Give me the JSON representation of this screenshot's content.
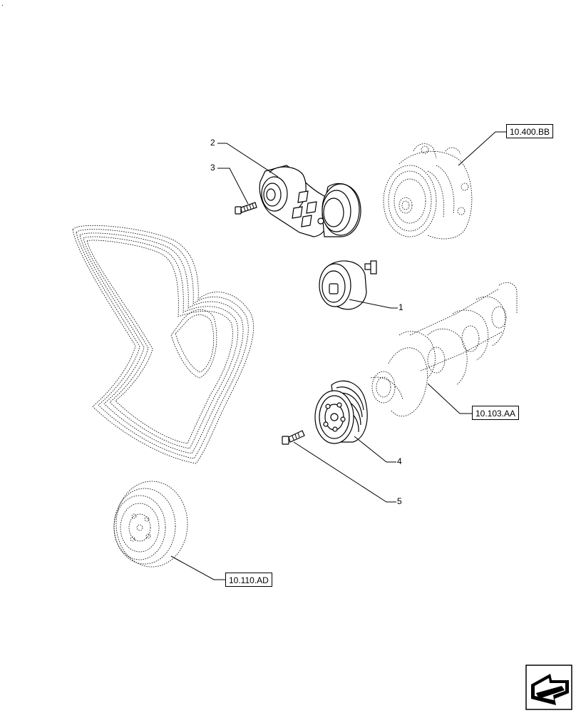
{
  "callouts": {
    "c1": "1",
    "c2": "2",
    "c3": "3",
    "c4": "4",
    "c5": "5"
  },
  "references": {
    "water_pump": "10.400.BB",
    "crankshaft": "10.103.AA",
    "damper": "10.110.AD"
  },
  "corner_mark": ".",
  "icons": {
    "nav": "next-page-arrow-icon"
  }
}
